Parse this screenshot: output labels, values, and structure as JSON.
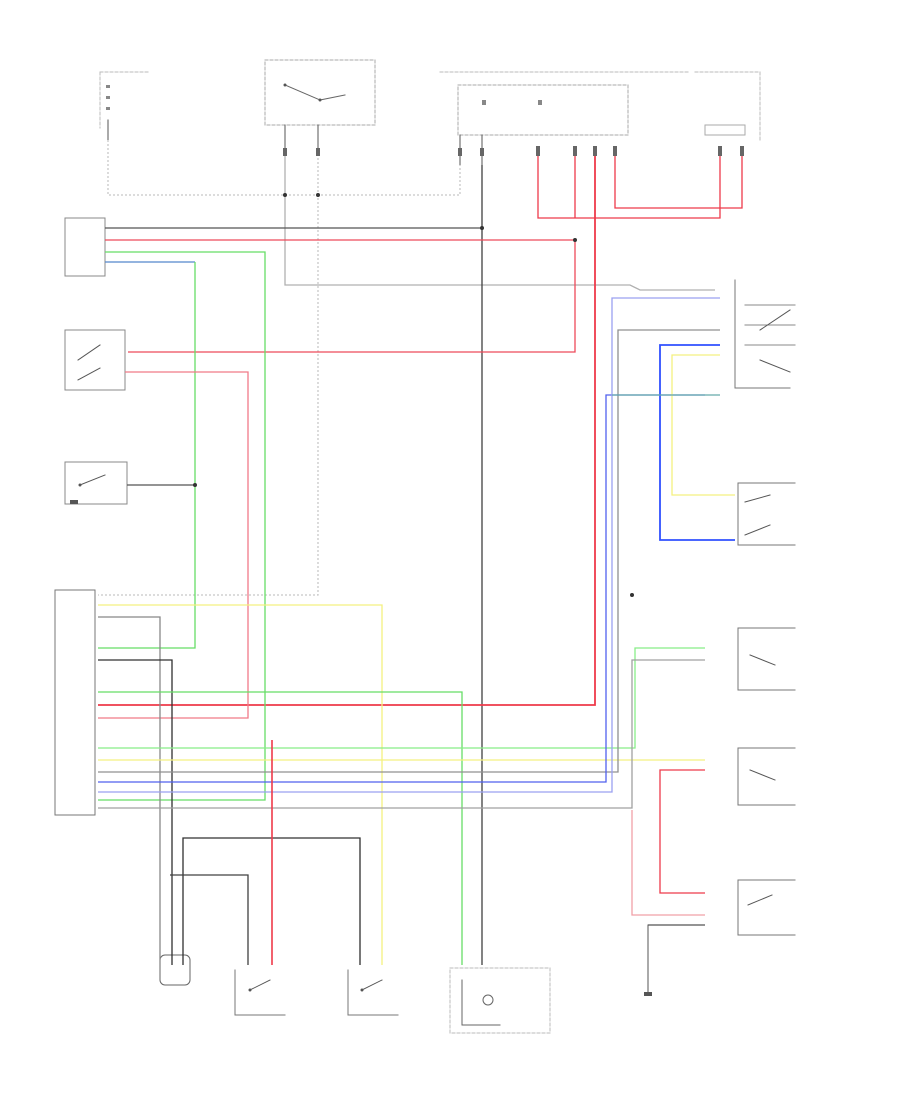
{
  "page": {
    "footer_code": ""
  },
  "colors": {
    "wire_red": "#ee3a4a",
    "wire_pink": "#f0a0a8",
    "wire_green": "#66dd66",
    "wire_yellow": "#f4f080",
    "wire_blue": "#3050ff",
    "wire_lightblue": "#9aa0f0",
    "wire_gray": "#b0b0b0",
    "wire_black": "#303030",
    "box_dash": "#999999"
  },
  "components": [
    {
      "id": "fuse-block-left",
      "lines": []
    },
    {
      "id": "ignition-switch",
      "lines": []
    },
    {
      "id": "fuse-block-center",
      "lines": []
    },
    {
      "id": "fuse-block-right",
      "lines": []
    },
    {
      "id": "engine-speed-sensor",
      "lines": []
    },
    {
      "id": "kickdown-switch",
      "lines": []
    },
    {
      "id": "overdrive-switch",
      "lines": []
    },
    {
      "id": "trans-control-module",
      "lines": []
    },
    {
      "id": "transfer-switch",
      "lines": []
    },
    {
      "id": "brake-switch",
      "lines": []
    },
    {
      "id": "temp-switch",
      "lines": []
    },
    {
      "id": "pressure-switch",
      "lines": []
    },
    {
      "id": "shift-lock-switch",
      "lines": []
    },
    {
      "id": "solenoid-assembly",
      "lines": []
    },
    {
      "id": "shift-switch-1",
      "lines": []
    },
    {
      "id": "shift-switch-2",
      "lines": []
    },
    {
      "id": "output-speed-sensor",
      "lines": []
    },
    {
      "id": "ground-point",
      "lines": []
    }
  ]
}
